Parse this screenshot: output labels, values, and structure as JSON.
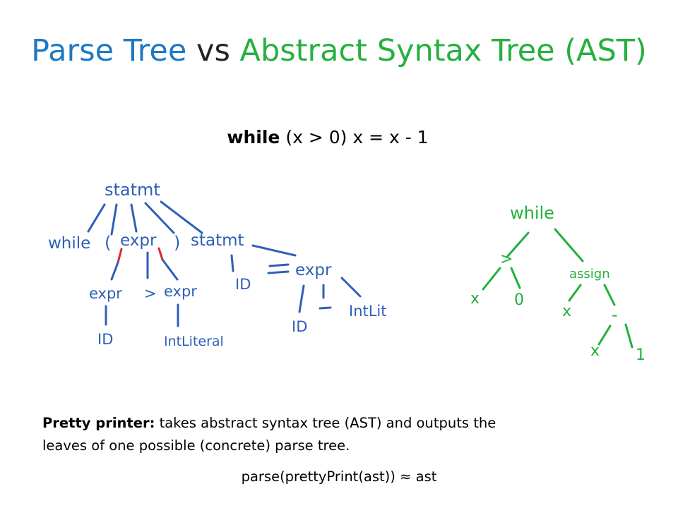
{
  "title": {
    "part1": "Parse Tree",
    "part2": "vs",
    "part3": "Abstract Syntax Tree (AST)",
    "color1": "#1f78c3",
    "color3": "#26b03f"
  },
  "example": {
    "keyword": "while",
    "rest": " (x > 0) x = x - 1"
  },
  "parse_tree": {
    "ink": "#2e5fb8",
    "highlight": "#e0282d",
    "labels": {
      "root": "statmt",
      "while": "while",
      "lparen": "(",
      "expr": "expr",
      "rparen": ")",
      "statmt": "statmt",
      "expr_left": "expr",
      "gt": ">",
      "expr_right": "expr",
      "id_left": "ID",
      "intliteral": "IntLiteral",
      "id_assign": "ID",
      "eq": "=",
      "expr_assign": "expr",
      "id_sub": "ID",
      "minus": "-",
      "intlit": "IntLit"
    }
  },
  "ast": {
    "ink": "#22b13a",
    "labels": {
      "while": "while",
      "gt": ">",
      "x1": "x",
      "zero": "0",
      "assign": "assign",
      "x2": "x",
      "minus": "-",
      "x3": "x",
      "one": "1"
    }
  },
  "description": {
    "bold": "Pretty printer:",
    "line1": " takes abstract syntax tree (AST) and outputs the",
    "line2": "leaves of one possible (concrete) parse tree."
  },
  "formula": {
    "lhs": "parse(prettyPrint(ast))",
    "approx": "≈",
    "rhs": "ast"
  }
}
